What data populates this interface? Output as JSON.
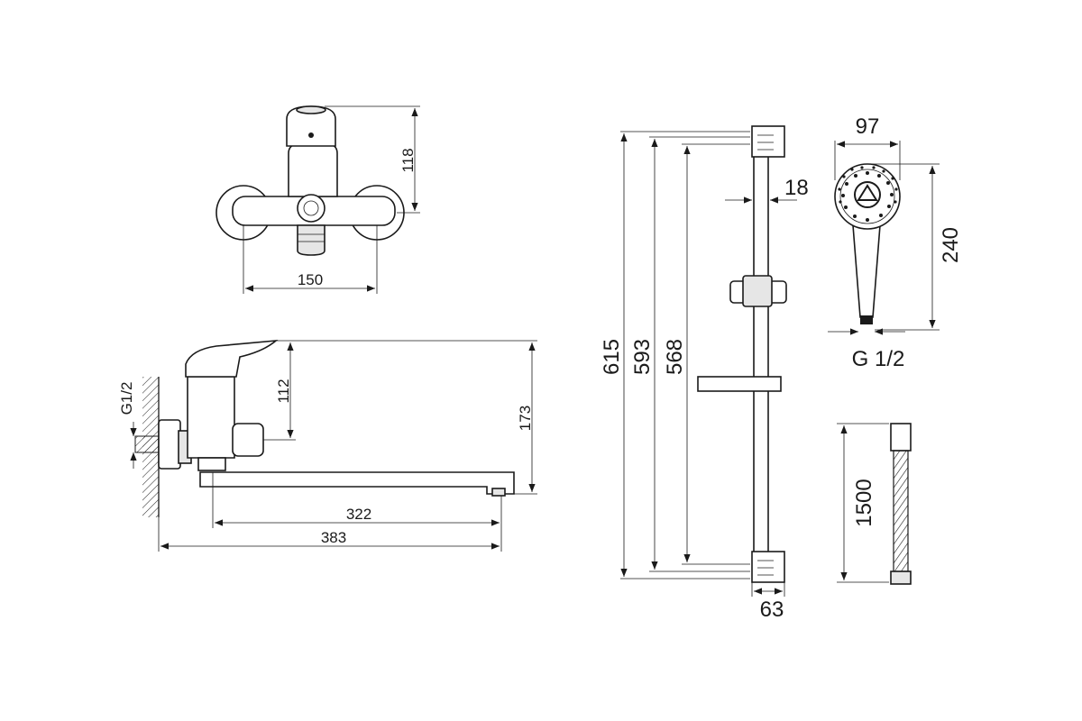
{
  "colors": {
    "ink": "#1a1a1a",
    "paper": "#ffffff",
    "fill": "#e6e6e6"
  },
  "labels": {
    "mixer_front_height": "118",
    "mixer_centers": "150",
    "mixer_side_height": "112",
    "mixer_total_height": "173",
    "connection_thread": "G1/2",
    "spout_reach": "322",
    "total_reach": "383",
    "rail_total_length": "615",
    "rail_bracket_distance": "593",
    "rail_inner_distance": "568",
    "rail_diameter": "18",
    "rail_bracket_width": "63",
    "handshower_diameter": "97",
    "handshower_length": "240",
    "handshower_thread": "G 1/2",
    "hose_length": "1500"
  }
}
